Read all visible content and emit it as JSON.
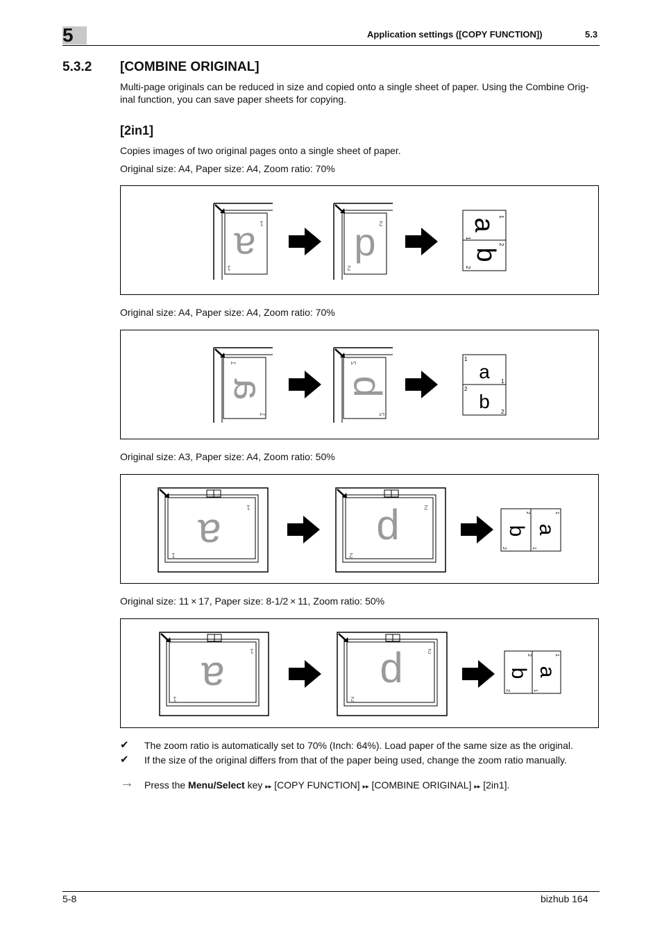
{
  "header": {
    "chapter": "5",
    "title": "Application settings ([COPY FUNCTION])",
    "section": "5.3"
  },
  "section": {
    "number": "5.3.2",
    "title": "[COMBINE ORIGINAL]",
    "intro_line1": "Multi-page originals can be reduced in size and copied onto a single sheet of paper. Using the Combine Orig-",
    "intro_line2": "inal function, you can save paper sheets for copying."
  },
  "subsection": {
    "title": "[2in1]",
    "desc": "Copies images of two original pages onto a single sheet of paper."
  },
  "figures": [
    {
      "caption": "Original size: A4, Paper size: A4, Zoom ratio: 70%"
    },
    {
      "caption": "Original size: A4, Paper size: A4, Zoom ratio: 70%"
    },
    {
      "caption": "Original size: A3, Paper size: A4, Zoom ratio: 50%"
    },
    {
      "caption": "Original size: 11 × 17, Paper size: 8-1/2 × 11, Zoom ratio: 50%"
    }
  ],
  "glyphs": {
    "a": "a",
    "b": "b",
    "p": "p",
    "one": "1",
    "two": "2"
  },
  "notes": [
    {
      "mark": "✔",
      "text": "The zoom ratio is automatically set to 70% (Inch: 64%). Load paper of the same size as the original."
    },
    {
      "mark": "✔",
      "text": "If the size of the original differs from that of the paper being used, change the zoom ratio manually."
    }
  ],
  "procedure": {
    "arrow": "→",
    "prefix": "Press the ",
    "key": "Menu/Select",
    "key_suffix": " key ",
    "sep": "▸▸",
    "item1": " [COPY FUNCTION] ",
    "item2": " [COMBINE ORIGINAL] ",
    "item3": " [2in1]."
  },
  "footer": {
    "page": "5-8",
    "product": "bizhub 164"
  },
  "colors": {
    "glyph_gray": "#9a9a9a",
    "line": "#000000",
    "chapter_box": "#c8c8c8"
  }
}
